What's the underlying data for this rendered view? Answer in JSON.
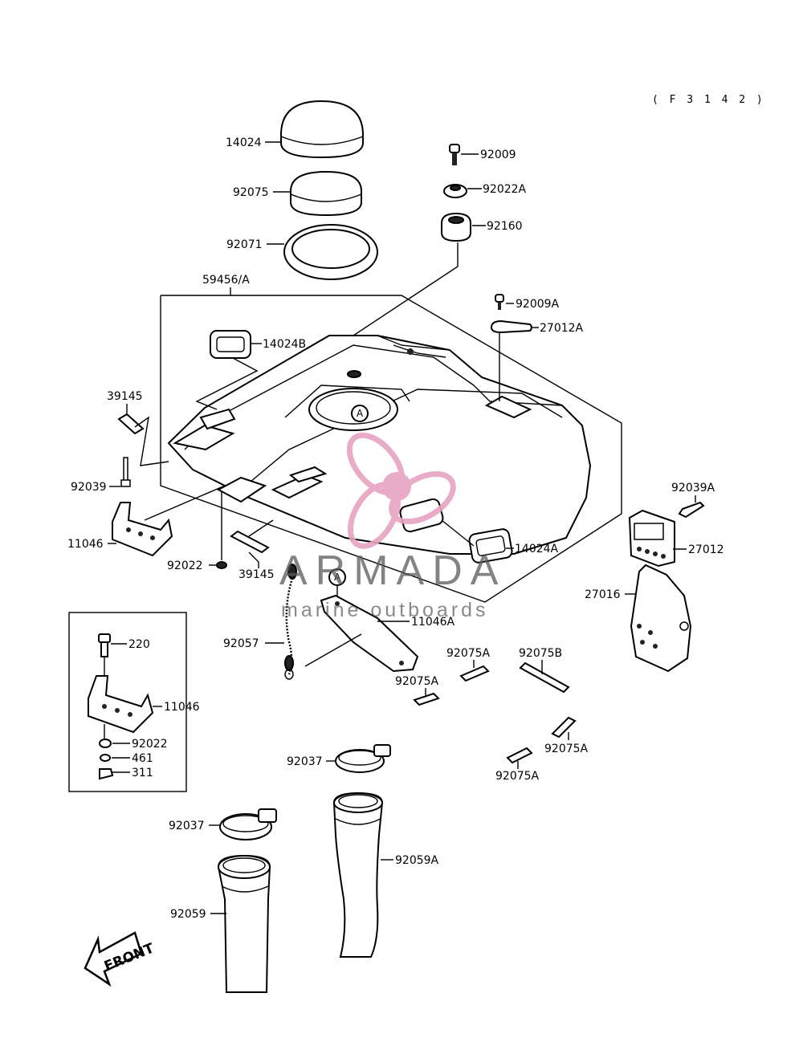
{
  "ref_code": "( F 3 1 4 2 )",
  "watermark": {
    "brand": "ARMADA",
    "tagline": "marine outboards",
    "accent": "#e6a3c3"
  },
  "front_label": "FRONT",
  "circle_marker": "A",
  "parts": {
    "p14024": "14024",
    "p92075": "92075",
    "p92071": "92071",
    "p92009": "92009",
    "p92022A": "92022A",
    "p92160": "92160",
    "p59456A": "59456/A",
    "p92009A": "92009A",
    "p27012A": "27012A",
    "p14024B": "14024B",
    "p39145_top": "39145",
    "p92039": "92039",
    "p11046_main": "11046",
    "p92022_main": "92022",
    "p39145_bot": "39145",
    "p14024A": "14024A",
    "p92039A": "92039A",
    "p27012": "27012",
    "p27016": "27016",
    "p92057": "92057",
    "p11046A": "11046A",
    "p220": "220",
    "p11046_inset": "11046",
    "p92022_inset": "92022",
    "p461": "461",
    "p311": "311",
    "p92075A_1": "92075A",
    "p92075B": "92075B",
    "p92075A_2": "92075A",
    "p92075A_3": "92075A",
    "p92075A_4": "92075A",
    "p92037_1": "92037",
    "p92037_2": "92037",
    "p92059A": "92059A",
    "p92059": "92059"
  }
}
